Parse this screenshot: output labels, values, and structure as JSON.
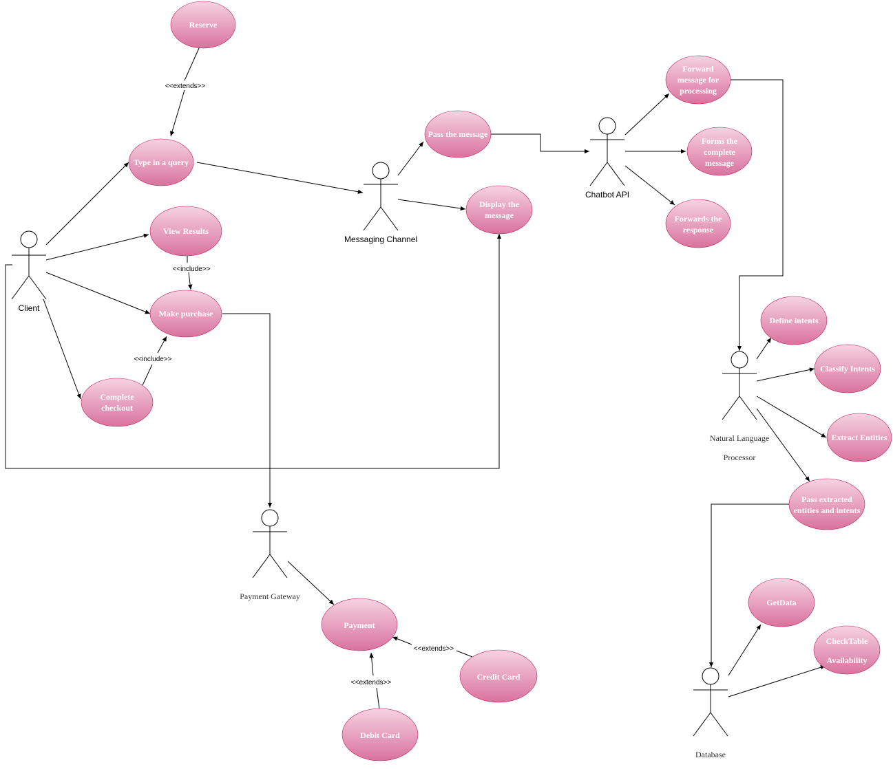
{
  "colors": {
    "use_case_top": "#f6d3e2",
    "use_case_bottom": "#d9729e",
    "use_case_text": "#ffffff",
    "line": "#000000"
  },
  "actors": [
    {
      "id": "client",
      "label": "Client"
    },
    {
      "id": "messaging",
      "label": "Messaging Channel"
    },
    {
      "id": "chatbot",
      "label": "Chatbot API"
    },
    {
      "id": "nlp",
      "label": [
        "Natural Language",
        "Processor"
      ]
    },
    {
      "id": "payment_gateway",
      "label": "Payment Gateway"
    },
    {
      "id": "database",
      "label": "Database"
    }
  ],
  "use_cases": [
    {
      "id": "reserve",
      "label": [
        "Reserve"
      ]
    },
    {
      "id": "type_query",
      "label": [
        "Type in a query"
      ]
    },
    {
      "id": "view_results",
      "label": [
        "View Results"
      ]
    },
    {
      "id": "make_purchase",
      "label": [
        "Make purchase"
      ]
    },
    {
      "id": "complete_checkout",
      "label": [
        "Complete",
        "checkout"
      ]
    },
    {
      "id": "pass_message",
      "label": [
        "Pass the message"
      ]
    },
    {
      "id": "display_message",
      "label": [
        "Display the",
        "message"
      ]
    },
    {
      "id": "forward_message",
      "label": [
        "Forward",
        "message for",
        "processing"
      ]
    },
    {
      "id": "forms_message",
      "label": [
        "Forms the",
        "complete",
        "message"
      ]
    },
    {
      "id": "forwards_response",
      "label": [
        "Forwards the",
        "response"
      ]
    },
    {
      "id": "define_intents",
      "label": [
        "Define intents"
      ]
    },
    {
      "id": "classify_intents",
      "label": [
        "Classify Intents"
      ]
    },
    {
      "id": "extract_entities",
      "label": [
        "Extract Entities"
      ]
    },
    {
      "id": "pass_extracted",
      "label": [
        "Pass extracted",
        "entities and intents"
      ]
    },
    {
      "id": "payment",
      "label": [
        "Payment"
      ]
    },
    {
      "id": "credit_card",
      "label": [
        "Credit Card"
      ]
    },
    {
      "id": "debit_card",
      "label": [
        "Debit Card"
      ]
    },
    {
      "id": "getdata",
      "label": [
        "GetData"
      ]
    },
    {
      "id": "checktable",
      "label": [
        "CheckTable",
        "Availability"
      ]
    }
  ],
  "relationships": [
    {
      "id": "reserve_extends",
      "label": "<<extends>>"
    },
    {
      "id": "view_include",
      "label": "<<include>>"
    },
    {
      "id": "checkout_include",
      "label": "<<include>>"
    },
    {
      "id": "credit_extends",
      "label": "<<extends>>"
    },
    {
      "id": "debit_extends",
      "label": "<<extends>>"
    }
  ]
}
